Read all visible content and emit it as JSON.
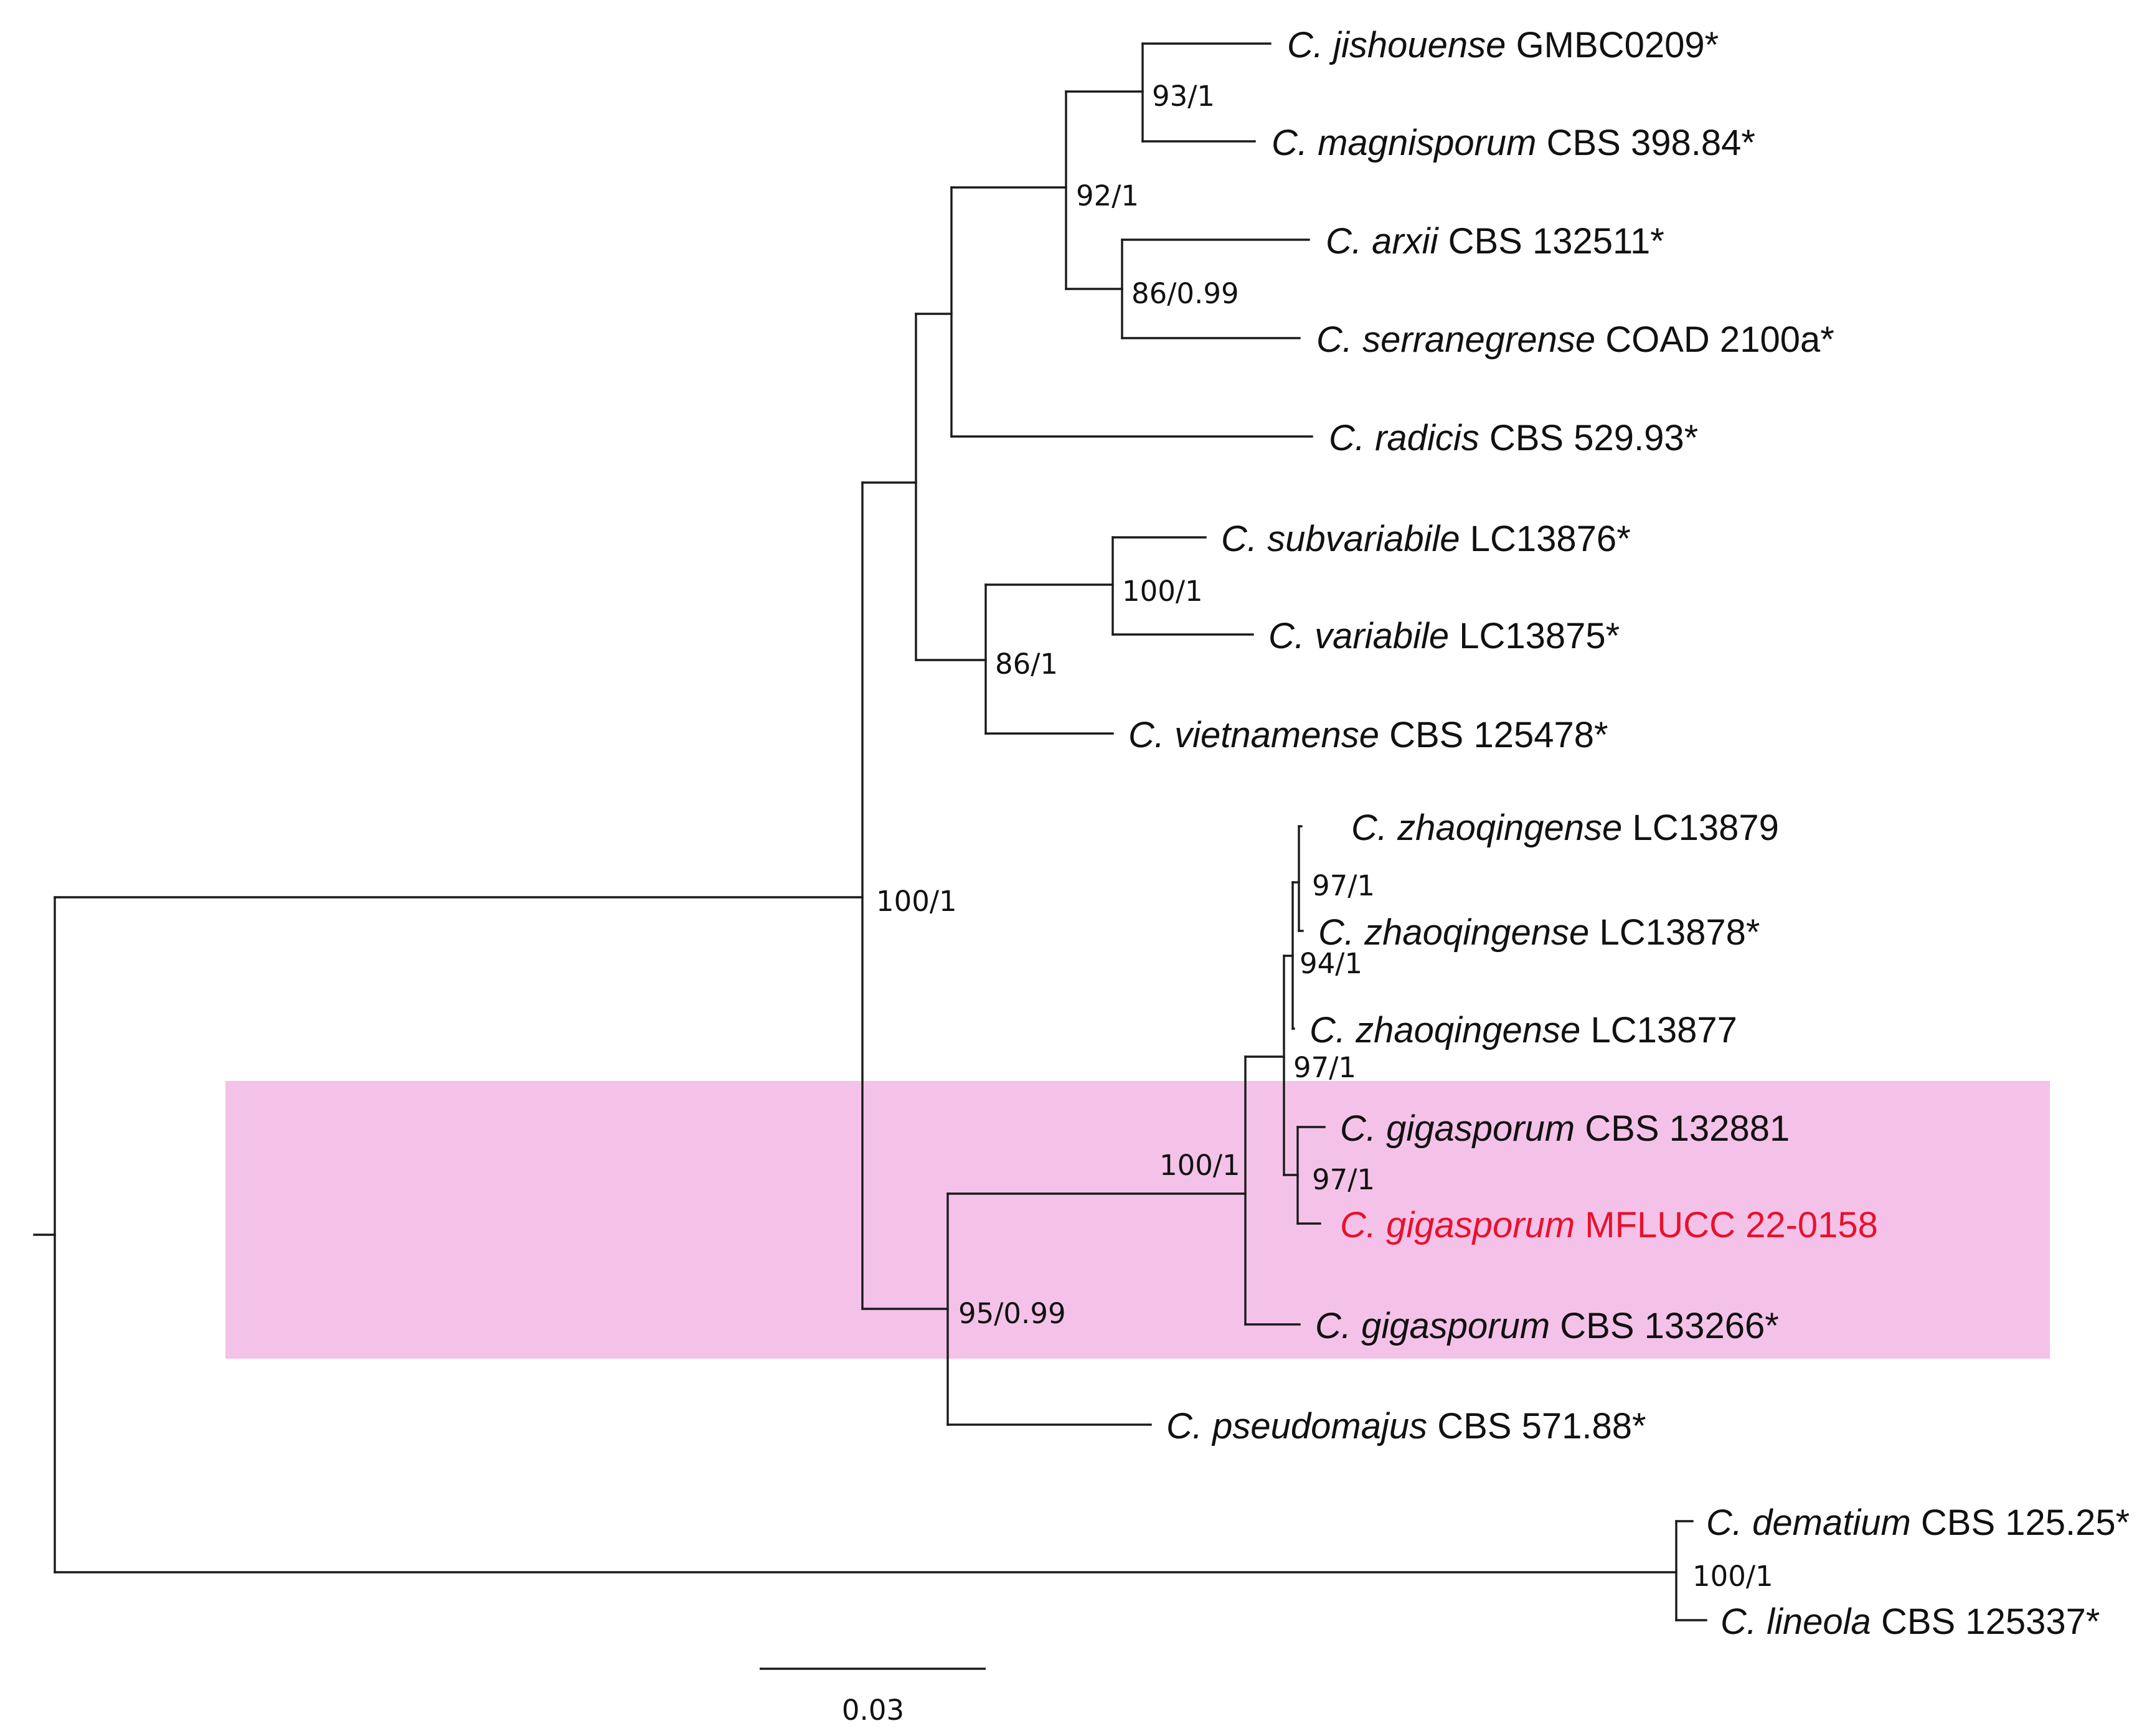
{
  "colors": {
    "highlight_band": "#f4c2e8",
    "branch": "#1a1a1a",
    "text": "#111111",
    "emphasis_taxon": "#e8112d"
  },
  "taxa": [
    {
      "id": "jishouense",
      "species": "C. jishouense",
      "strain": "GMBC0209*"
    },
    {
      "id": "magnisporum",
      "species": "C. magnisporum",
      "strain": "CBS 398.84*"
    },
    {
      "id": "arxii",
      "species": "C. arxii",
      "strain": "CBS 132511*"
    },
    {
      "id": "serranegrense",
      "species": "C. serranegrense",
      "strain": "COAD 2100a*"
    },
    {
      "id": "radicis",
      "species": "C. radicis",
      "strain": "CBS 529.93*"
    },
    {
      "id": "subvariabile",
      "species": "C. subvariabile",
      "strain": "LC13876*"
    },
    {
      "id": "variabile",
      "species": "C. variabile",
      "strain": "LC13875*"
    },
    {
      "id": "vietnamense",
      "species": "C. vietnamense",
      "strain": "CBS 125478*"
    },
    {
      "id": "zhaoqingense-79",
      "species": "C. zhaoqingense",
      "strain": "LC13879"
    },
    {
      "id": "zhaoqingense-78",
      "species": "C. zhaoqingense",
      "strain": "LC13878*"
    },
    {
      "id": "zhaoqingense-77",
      "species": "C. zhaoqingense",
      "strain": "LC13877"
    },
    {
      "id": "gigasporum-881",
      "species": "C. gigasporum",
      "strain": "CBS 132881"
    },
    {
      "id": "gigasporum-mflucc",
      "species": "C. gigasporum",
      "strain": "MFLUCC 22-0158",
      "highlight": true
    },
    {
      "id": "gigasporum-266",
      "species": "C. gigasporum",
      "strain": "CBS 133266*"
    },
    {
      "id": "pseudomajus",
      "species": "C. pseudomajus",
      "strain": "CBS 571.88*"
    },
    {
      "id": "dematium",
      "species": "C. dematium",
      "strain": "CBS 125.25*"
    },
    {
      "id": "lineola",
      "species": "C. lineola",
      "strain": "CBS 125337*"
    }
  ],
  "support_values": [
    {
      "id": "jishouense-magnisporum",
      "label": "93/1"
    },
    {
      "id": "jishouense-arxii-clade",
      "label": "92/1"
    },
    {
      "id": "arxii-serranegrense",
      "label": "86/0.99"
    },
    {
      "id": "subvariabile-variabile",
      "label": "100/1"
    },
    {
      "id": "variabile-vietnamense",
      "label": "86/1"
    },
    {
      "id": "ingroup",
      "label": "100/1"
    },
    {
      "id": "zhaoqingense-pair",
      "label": "97/1"
    },
    {
      "id": "zhaoqingense-clade",
      "label": "94/1"
    },
    {
      "id": "zhaoqingense-gigasporum",
      "label": "97/1"
    },
    {
      "id": "gigasporum-pair",
      "label": "97/1"
    },
    {
      "id": "gigasporum-clade",
      "label": "100/1"
    },
    {
      "id": "gigasporum-pseudomajus",
      "label": "95/0.99"
    },
    {
      "id": "dematium-lineola",
      "label": "100/1"
    }
  ],
  "scale_bar": {
    "label": "0.03"
  }
}
